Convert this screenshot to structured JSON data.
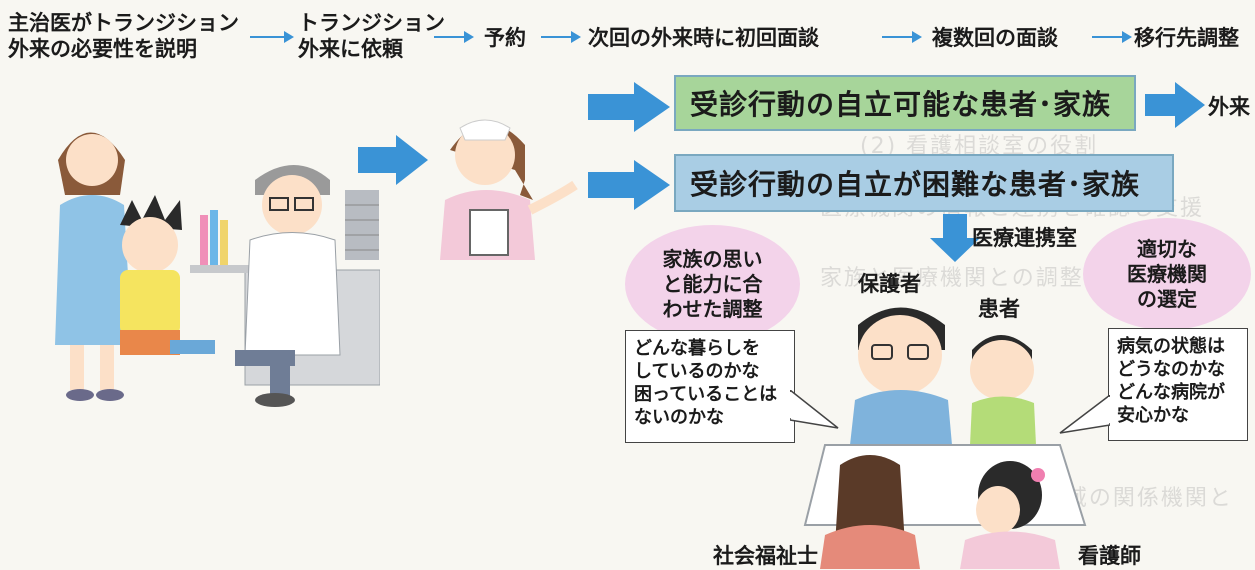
{
  "flow": {
    "steps": [
      {
        "line1": "主治医がトランジション",
        "line2": "外来の必要性を説明"
      },
      {
        "line1": "トランジション",
        "line2": "外来に依頼"
      },
      {
        "line1": "予約",
        "line2": ""
      },
      {
        "line1": "次回の外来時に初回面談",
        "line2": ""
      },
      {
        "line1": "複数回の面談",
        "line2": ""
      },
      {
        "line1": "移行先調整",
        "line2": ""
      }
    ]
  },
  "boxes": {
    "possible": "受診行動の自立可能な患者･家族",
    "difficult": "受診行動の自立が困難な患者･家族",
    "outpatient": "外来"
  },
  "coordination_room": "医療連携室",
  "left_bubble": {
    "l1": "家族の思い",
    "l2": "と能力に合",
    "l3": "わせた調整"
  },
  "right_bubble": {
    "l1": "適切な",
    "l2": "医療機関",
    "l3": "の選定"
  },
  "left_note": {
    "l1": "どんな暮らしを",
    "l2": "しているのかな",
    "l3": "困っていることは",
    "l4": "ないのかな"
  },
  "right_note": {
    "l1": "病気の状態は",
    "l2": "どうなのかな",
    "l3": "どんな病院が",
    "l4": "安心かな"
  },
  "people": {
    "guardian": "保護者",
    "patient": "患者",
    "social_worker": "社会福祉士",
    "nurse": "看護師"
  },
  "colors": {
    "green_box": "#a7d59a",
    "blue_box": "#a9cde4",
    "arrow": "#3a93d6",
    "bubble": "#f3d3ea"
  }
}
